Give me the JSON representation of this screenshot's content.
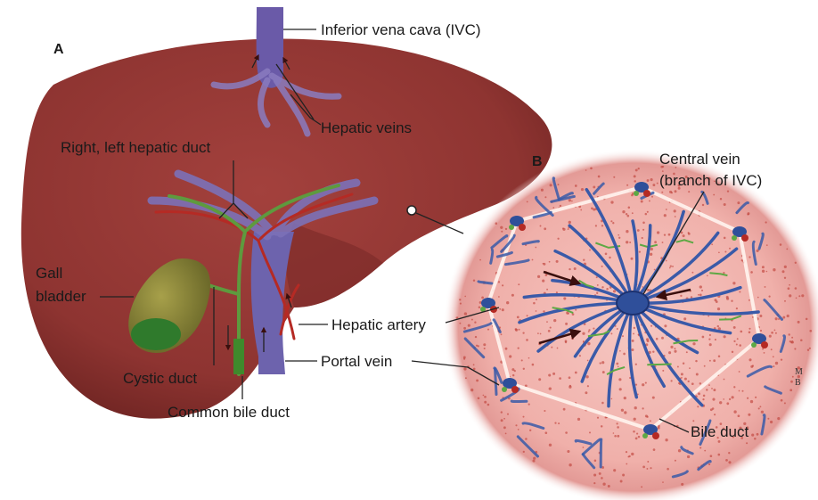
{
  "panels": {
    "a": "A",
    "b": "B"
  },
  "labels": {
    "ivc": "Inferior vena cava (IVC)",
    "hepatic_veins": "Hepatic veins",
    "hepatic_duct": "Right, left hepatic duct",
    "gall_line1": "Gall",
    "gall_line2": "bladder",
    "hepatic_artery": "Hepatic artery",
    "portal_vein": "Portal vein",
    "cystic_duct": "Cystic duct",
    "common_bile_duct": "Common bile duct",
    "central_vein_line1": "Central vein",
    "central_vein_line2": "(branch of IVC)",
    "bile_duct": "Bile duct"
  },
  "signature": {
    "line1": "M",
    "line2": "B"
  },
  "colors": {
    "liver": "#8e3431",
    "liver_dark": "#6a2220",
    "vein_blue": "#2f4f9a",
    "vessel_purple": "#7a6fb0",
    "artery_red": "#b52a24",
    "duct_green": "#4a8a35",
    "gallbladder": "#8a8a3a",
    "lobule_pink": "#f2b8b4"
  }
}
